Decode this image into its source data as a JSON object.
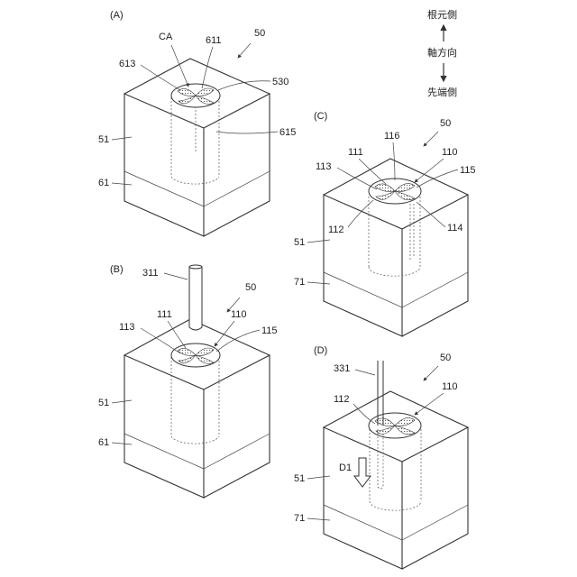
{
  "legend": {
    "top": "根元側",
    "middle": "軸方向",
    "bottom": "先端側"
  },
  "panels": [
    {
      "id": "A",
      "title": "(A)",
      "labels": {
        "block": "50",
        "ca": "CA",
        "l611": "611",
        "l613": "613",
        "l530": "530",
        "l615": "615",
        "l51": "51",
        "l61": "61"
      }
    },
    {
      "id": "B",
      "title": "(B)",
      "labels": {
        "block": "50",
        "rod": "311",
        "l111": "111",
        "l110": "110",
        "l113": "113",
        "l115": "115",
        "l51": "51",
        "l61": "61"
      }
    },
    {
      "id": "C",
      "title": "(C)",
      "labels": {
        "block": "50",
        "l116": "116",
        "l111": "111",
        "l110": "110",
        "l113": "113",
        "l115": "115",
        "l112": "112",
        "l114": "114",
        "l51": "51",
        "l71": "71"
      }
    },
    {
      "id": "D",
      "title": "(D)",
      "labels": {
        "block": "50",
        "rod": "331",
        "l110": "110",
        "l112": "112",
        "d1": "D1",
        "l51": "51",
        "l71": "71"
      }
    }
  ]
}
